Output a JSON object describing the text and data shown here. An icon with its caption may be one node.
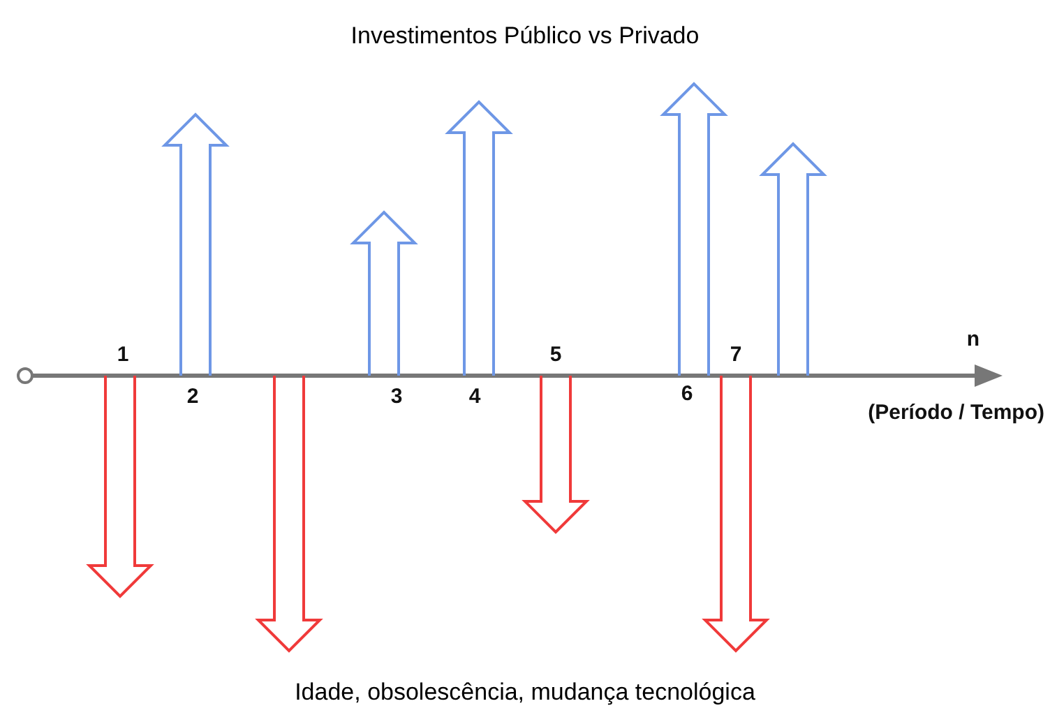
{
  "diagram": {
    "title": "Investimentos Público vs Privado",
    "caption": "Idade, obsolescência, mudança tecnológica",
    "labels": [
      "n",
      "1",
      "5",
      "7",
      "2",
      "3",
      "4",
      "6",
      "(Período / Tempo)"
    ]
  }
}
